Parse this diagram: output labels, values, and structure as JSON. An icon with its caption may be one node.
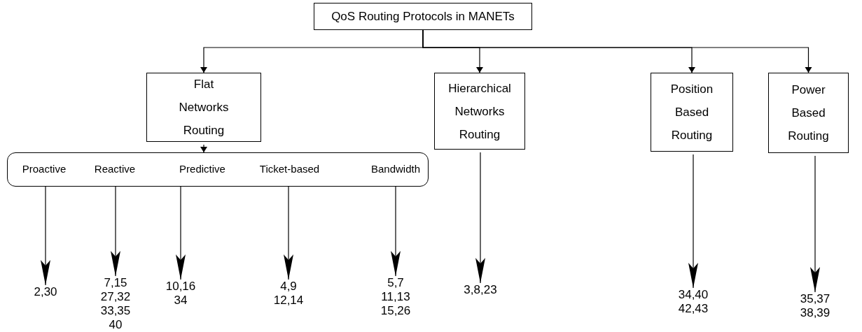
{
  "diagram": {
    "nodes": [
      {
        "text": [
          "QoS Routing Protocols in MANETs"
        ]
      },
      {
        "text": [
          "Flat Networks Routing"
        ]
      },
      {
        "text": [
          "Hierarchical Networks Routing"
        ]
      },
      {
        "text": [
          "Position Based Routing"
        ]
      },
      {
        "text": [
          "Power Based Routing"
        ]
      },
      {
        "text": [],
        "shape": "box"
      },
      {
        "text": [
          "Proactive"
        ],
        "in": 5
      },
      {
        "text": [
          "Reactive"
        ],
        "in": 5
      },
      {
        "text": [
          "Predictive"
        ],
        "in": 5
      },
      {
        "text": [
          "Ticket-based"
        ],
        "in": 5
      },
      {
        "text": [
          "Bandwidth"
        ],
        "in": 5
      },
      {
        "text": [
          "2,30"
        ]
      },
      {
        "text": [
          "7,15 27,32 33,35 40"
        ]
      },
      {
        "text": [
          "10,16 34"
        ]
      },
      {
        "text": [
          "4,9 12,14"
        ]
      },
      {
        "text": [
          "5,7 11,13 15,26"
        ]
      },
      {
        "text": [
          "3,8,23"
        ]
      },
      {
        "text": [
          "34,40 42,43"
        ]
      },
      {
        "text": [
          "35,37 38,39"
        ]
      }
    ],
    "edges": [
      {
        "from": 0,
        "to": 1,
        "arrow": "to"
      },
      {
        "from": 0,
        "to": 2,
        "arrow": "to"
      },
      {
        "from": 0,
        "to": 3,
        "arrow": "to"
      },
      {
        "from": 0,
        "to": 4,
        "arrow": "to"
      },
      {
        "from": 1,
        "to": 5,
        "arrow": "to"
      },
      {
        "from": 6,
        "to": 11,
        "arrow": "to"
      },
      {
        "from": 7,
        "to": 12,
        "arrow": "to"
      },
      {
        "from": 8,
        "to": 13,
        "arrow": "to"
      },
      {
        "from": 9,
        "to": 14,
        "arrow": "to"
      },
      {
        "from": 10,
        "to": 15,
        "arrow": "to"
      },
      {
        "from": 2,
        "to": 16,
        "arrow": "to"
      },
      {
        "from": 3,
        "to": 17,
        "arrow": "to"
      },
      {
        "from": 4,
        "to": 18,
        "arrow": "to"
      }
    ]
  }
}
